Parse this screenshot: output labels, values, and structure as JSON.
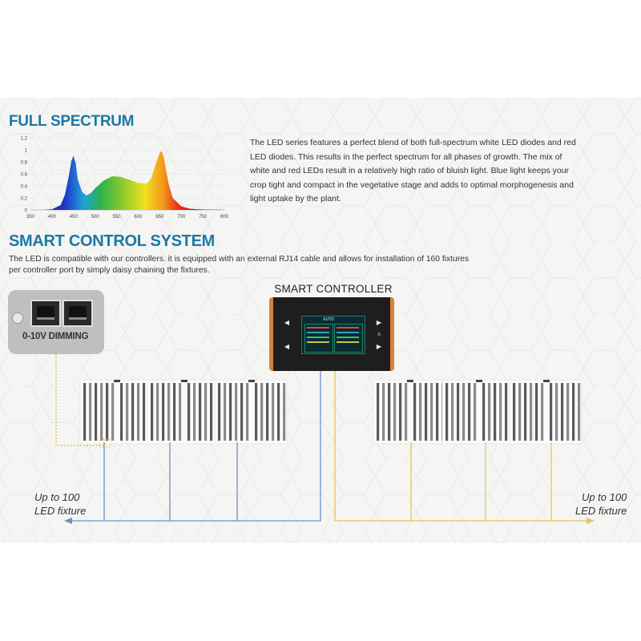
{
  "spectrum": {
    "heading": "FULL SPECTRUM",
    "description_lines": [
      "The LED series features a perfect blend of both full-spectrum white LED diodes and red",
      "LED diodes. This results in the perfect spectrum for all phases of growth. The mix of",
      "white and red LEDs result in a relatively high ratio of bluish light. Blue light keeps your",
      "crop tight and compact in the vegetative stage and adds to optimal morphogenesis and",
      "light uptake by the plant."
    ]
  },
  "chart_data": {
    "type": "area",
    "title": "",
    "xlabel": "",
    "ylabel": "",
    "xlim": [
      350,
      800
    ],
    "ylim": [
      0,
      1.2
    ],
    "x_ticks": [
      "350",
      "400",
      "450",
      "500",
      "550",
      "600",
      "650",
      "700",
      "750",
      "800"
    ],
    "y_ticks": [
      "0",
      "0.2",
      "0.4",
      "0.6",
      "0.8",
      "1",
      "1.2"
    ],
    "grid": true,
    "series": [
      {
        "x": [
          380,
          400,
          420,
          430,
          440,
          445,
          450,
          455,
          460,
          470,
          480,
          490,
          500,
          520,
          540,
          560,
          580,
          600,
          620,
          630,
          640,
          650,
          655,
          660,
          670,
          680,
          700,
          720,
          740,
          760,
          780,
          800
        ],
        "y": [
          0.0,
          0.01,
          0.08,
          0.25,
          0.6,
          0.82,
          0.9,
          0.78,
          0.5,
          0.3,
          0.24,
          0.28,
          0.36,
          0.49,
          0.56,
          0.55,
          0.5,
          0.45,
          0.44,
          0.52,
          0.75,
          0.95,
          0.98,
          0.85,
          0.45,
          0.2,
          0.06,
          0.02,
          0.01,
          0.005,
          0.002,
          0.0
        ]
      }
    ]
  },
  "smart": {
    "heading": "SMART CONTROL SYSTEM",
    "intro_lines": [
      "The LED is compatible with our controllers. it is equipped with an external RJ14 cable and allows for installation of 160 fixtures",
      "per controller port by simply daisy chaining the fixtures."
    ],
    "controller_title": "SMART CONTROLLER",
    "screen_status": "AUTO",
    "port_label": "0-10V DIMMING",
    "left_tag": [
      "Up to 100",
      "LED fixture"
    ],
    "right_tag": [
      "Up to 100",
      "LED fixture"
    ]
  },
  "colors": {
    "heading": "#1a78a8",
    "blue_cable": "#6f8fc8",
    "yellow_cable": "#e8c25a",
    "controller_orange": "#d7833a"
  }
}
